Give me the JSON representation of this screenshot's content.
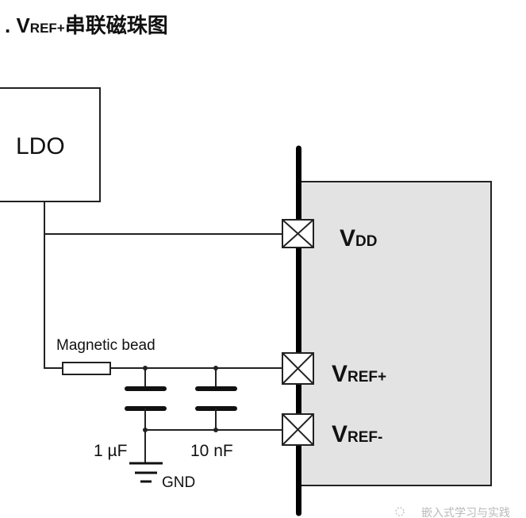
{
  "title": {
    "prefix": ". V",
    "subscript": "REF+",
    "suffix": "串联磁珠图"
  },
  "diagram": {
    "ldo_label": "LDO",
    "bead_label": "Magnetic bead",
    "pins": [
      {
        "main": "V",
        "sub": "DD"
      },
      {
        "main": "V",
        "sub": "REF+"
      },
      {
        "main": "V",
        "sub": "REF-"
      }
    ],
    "capacitors": [
      {
        "label": "1 µF"
      },
      {
        "label": "10 nF"
      }
    ],
    "ground_label": "GND",
    "colors": {
      "chip_fill": "#e3e3e3",
      "line": "#111111"
    }
  },
  "watermark": "嵌入式学习与实践"
}
